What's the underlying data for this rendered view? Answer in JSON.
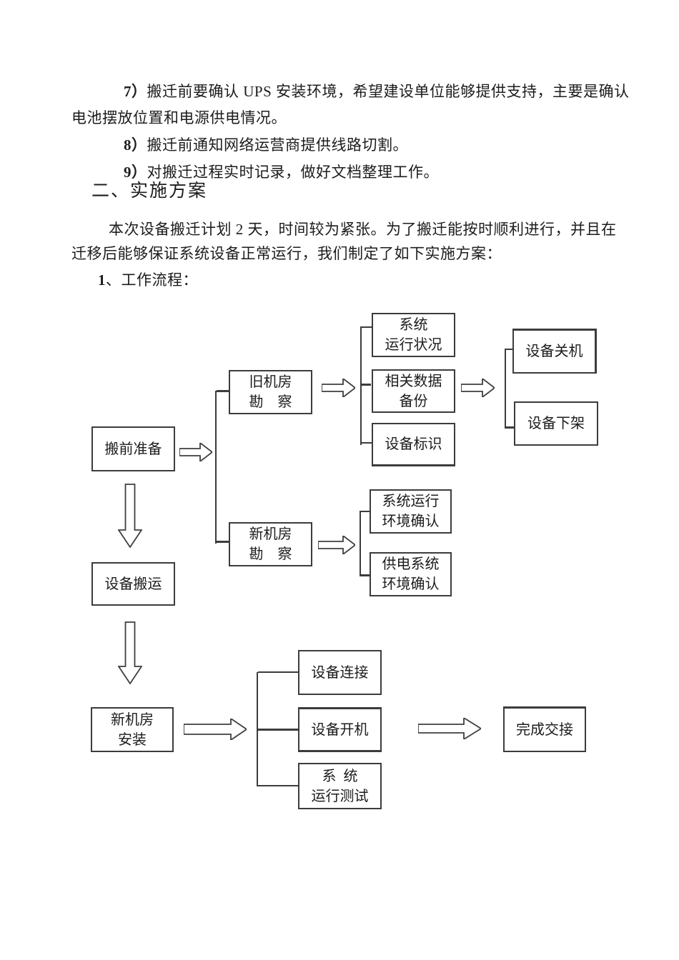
{
  "document": {
    "item7": {
      "num": "7）",
      "line1": "搬迁前要确认 UPS 安装环境，希望建设单位能够提供支持，主要是确认",
      "line2": "电池摆放位置和电源供电情况。"
    },
    "item8": {
      "num": "8）",
      "text": "搬迁前通知网络运营商提供线路切割。"
    },
    "item9": {
      "num": "9）",
      "text": "对搬迁过程实时记录，做好文档整理工作。"
    },
    "heading": "二、实施方案",
    "intro": {
      "line1": "本次设备搬迁计划 2 天，时间较为紧张。为了搬迁能按时顺利进行，并且在",
      "line2": "迁移后能够保证系统设备正常运行，我们制定了如下实施方案："
    },
    "sub": {
      "num": "1",
      "text": "、工作流程："
    }
  },
  "flow": {
    "prepare": {
      "line1": "搬前准备"
    },
    "survey_old": {
      "line1": "旧机房",
      "line2": "勘　察"
    },
    "survey_new": {
      "line1": "新机房",
      "line2": "勘　察"
    },
    "sys_status": {
      "line1": "系统",
      "line2": "运行状况"
    },
    "backup": {
      "line1": "相关数据",
      "line2": "备份"
    },
    "label": {
      "line1": "设备标识"
    },
    "shutdown": {
      "line1": "设备关机"
    },
    "unrack": {
      "line1": "设备下架"
    },
    "sys_env": {
      "line1": "系统运行",
      "line2": "环境确认"
    },
    "power_env": {
      "line1": "供电系统",
      "line2": "环境确认"
    },
    "transport": {
      "line1": "设备搬运"
    },
    "install": {
      "line1": "新机房",
      "line2": "安装"
    },
    "connect": {
      "line1": "设备连接"
    },
    "power_on": {
      "line1": "设备开机"
    },
    "sys_test": {
      "line1": "系  统",
      "line2": "运行测试"
    },
    "handover": {
      "line1": "完成交接"
    }
  },
  "colors": {
    "text": "#1c1c1c",
    "line": "#3c3c3c",
    "background": "#ffffff"
  }
}
